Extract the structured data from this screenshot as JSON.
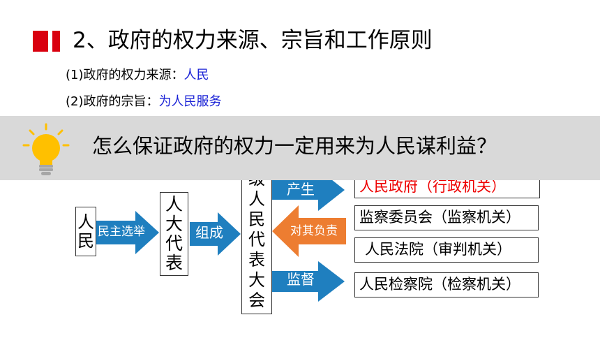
{
  "header": {
    "title": "2、政府的权力来源、宗旨和工作原则"
  },
  "points": [
    {
      "label": "(1)政府的权力来源：",
      "value": "人民"
    },
    {
      "label": "(2)政府的宗旨：",
      "value": "为人民服务"
    }
  ],
  "banner": {
    "question": "怎么保证政府的权力一定用来为人民谋利益？",
    "icon": "lightbulb-icon"
  },
  "diagram": {
    "people": [
      "人",
      "民"
    ],
    "elect_label": "民主选举",
    "npc": [
      "人",
      "大",
      "代",
      "表"
    ],
    "form_label": "组成",
    "congress": [
      "级",
      "人",
      "民",
      "代",
      "表",
      "大",
      "会"
    ],
    "produce_label": "产生",
    "responsible_label": "对其负责",
    "supervise_label": "监督",
    "organs": [
      "人民政府（行政机关）",
      "监察委员会（监察机关）",
      "人民法院（审判机关）",
      "人民检察院（检察机关）"
    ]
  },
  "colors": {
    "accent_red": "#d9000f",
    "blue_text": "#1a22d6",
    "arrow_blue": "#1f7fbf",
    "arrow_orange": "#ed7d31",
    "banner_gray": "#d9d9d9"
  }
}
